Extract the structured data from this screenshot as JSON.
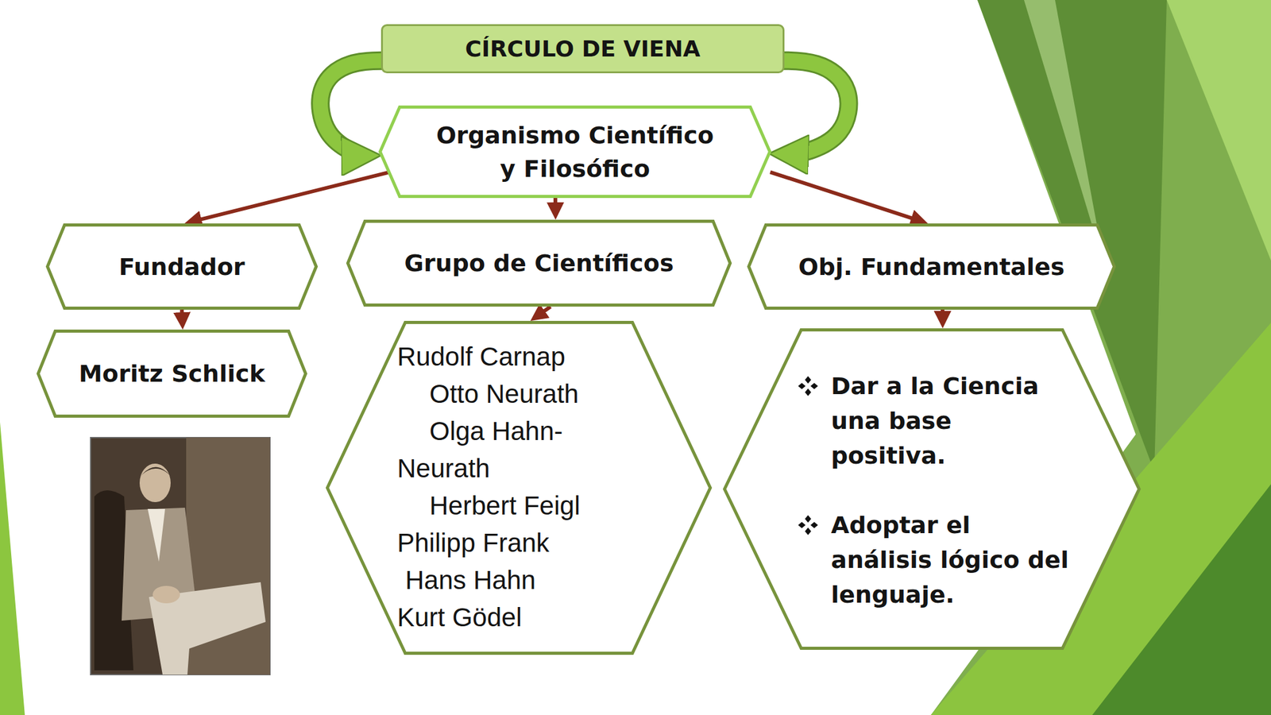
{
  "diagram": {
    "nodes": [
      {
        "text": [
          "CÍRCULO DE VIENA"
        ]
      },
      {
        "text": [
          "Organismo Científico y Filosófico"
        ]
      },
      {
        "text": [
          "Fundador"
        ]
      },
      {
        "text": [
          "Grupo de Científicos"
        ]
      },
      {
        "text": [
          "Obj. Fundamentales"
        ]
      },
      {
        "text": [
          "Moritz Schlick"
        ]
      },
      {
        "text": [
          "Rudolf Carnap",
          "Otto Neurath",
          "Olga Hahn-Neurath",
          "Herbert Feigl",
          "Philipp Frank",
          "Hans Hahn",
          "Kurt Gödel"
        ]
      },
      {
        "text": [
          "Dar a la Ciencia una base positiva.",
          "Adoptar el análisis lógico del lenguaje."
        ]
      }
    ],
    "edges": [
      {
        "from": 0,
        "to": 1,
        "arrow": "to"
      },
      {
        "from": 0,
        "to": 1,
        "arrow": "to"
      },
      {
        "from": 1,
        "to": 2,
        "arrow": "to"
      },
      {
        "from": 1,
        "to": 3,
        "arrow": "to"
      },
      {
        "from": 1,
        "to": 4,
        "arrow": "to"
      },
      {
        "from": 2,
        "to": 5,
        "arrow": "to"
      },
      {
        "from": 3,
        "to": 6,
        "arrow": "to"
      },
      {
        "from": 4,
        "to": 7,
        "arrow": "to"
      }
    ]
  }
}
